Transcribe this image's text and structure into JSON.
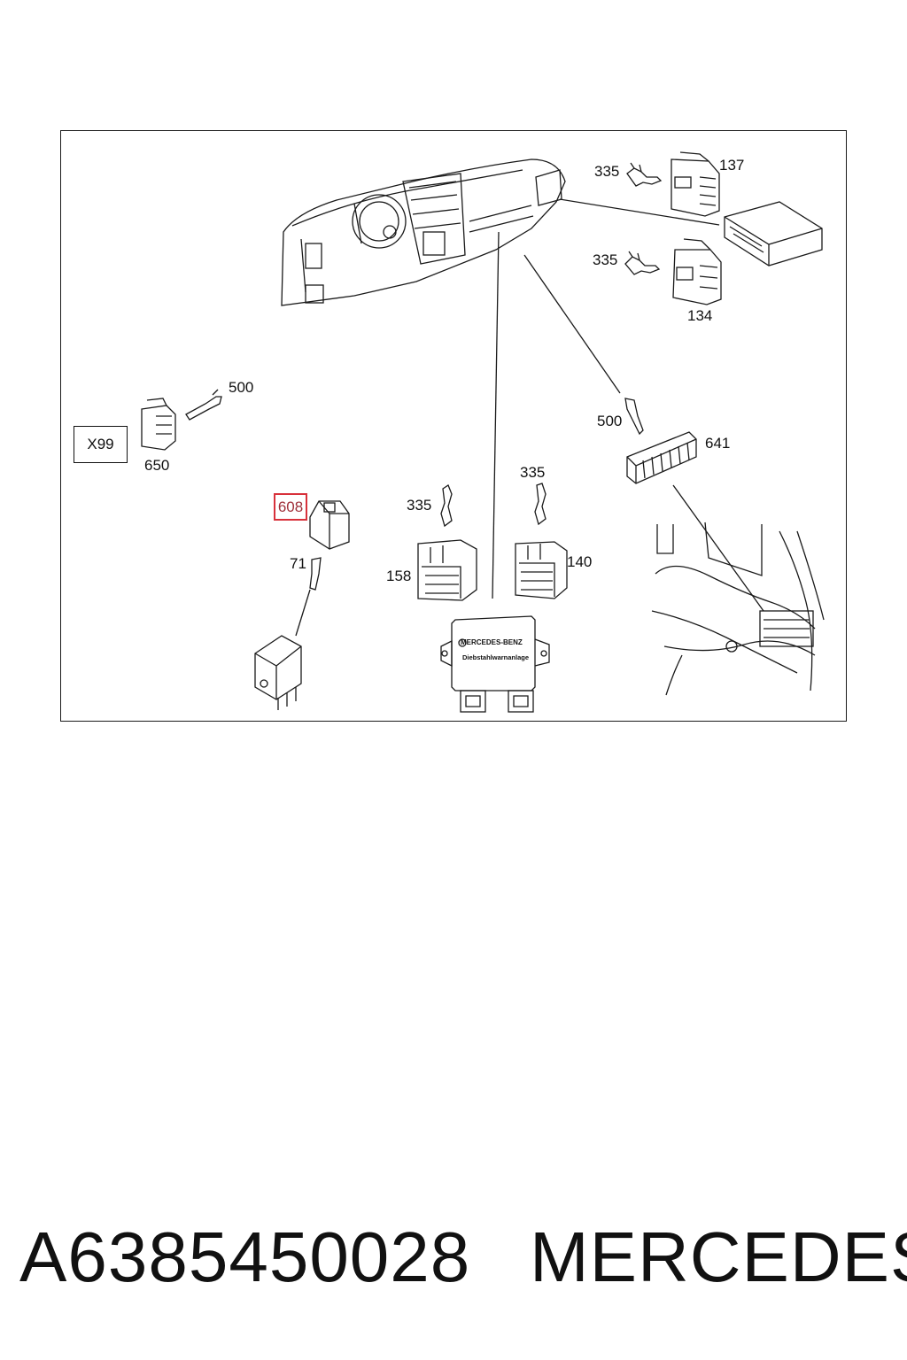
{
  "diagram": {
    "callouts": [
      {
        "id": "c137",
        "text": "137"
      },
      {
        "id": "c335a",
        "text": "335"
      },
      {
        "id": "c335b",
        "text": "335"
      },
      {
        "id": "c134",
        "text": "134"
      },
      {
        "id": "c500a",
        "text": "500"
      },
      {
        "id": "c650",
        "text": "650"
      },
      {
        "id": "c500b",
        "text": "500"
      },
      {
        "id": "c641",
        "text": "641"
      },
      {
        "id": "c335c",
        "text": "335"
      },
      {
        "id": "c335d",
        "text": "335"
      },
      {
        "id": "c158",
        "text": "158"
      },
      {
        "id": "c140",
        "text": "140"
      },
      {
        "id": "c71",
        "text": "71"
      }
    ],
    "highlighted_part": "608",
    "boxed_label": "X99",
    "module_brand": "MERCEDES-BENZ",
    "module_name": "Diebstahlwarnanlage"
  },
  "footer": {
    "part_number": "A6385450028",
    "brand": "MERCEDES"
  }
}
